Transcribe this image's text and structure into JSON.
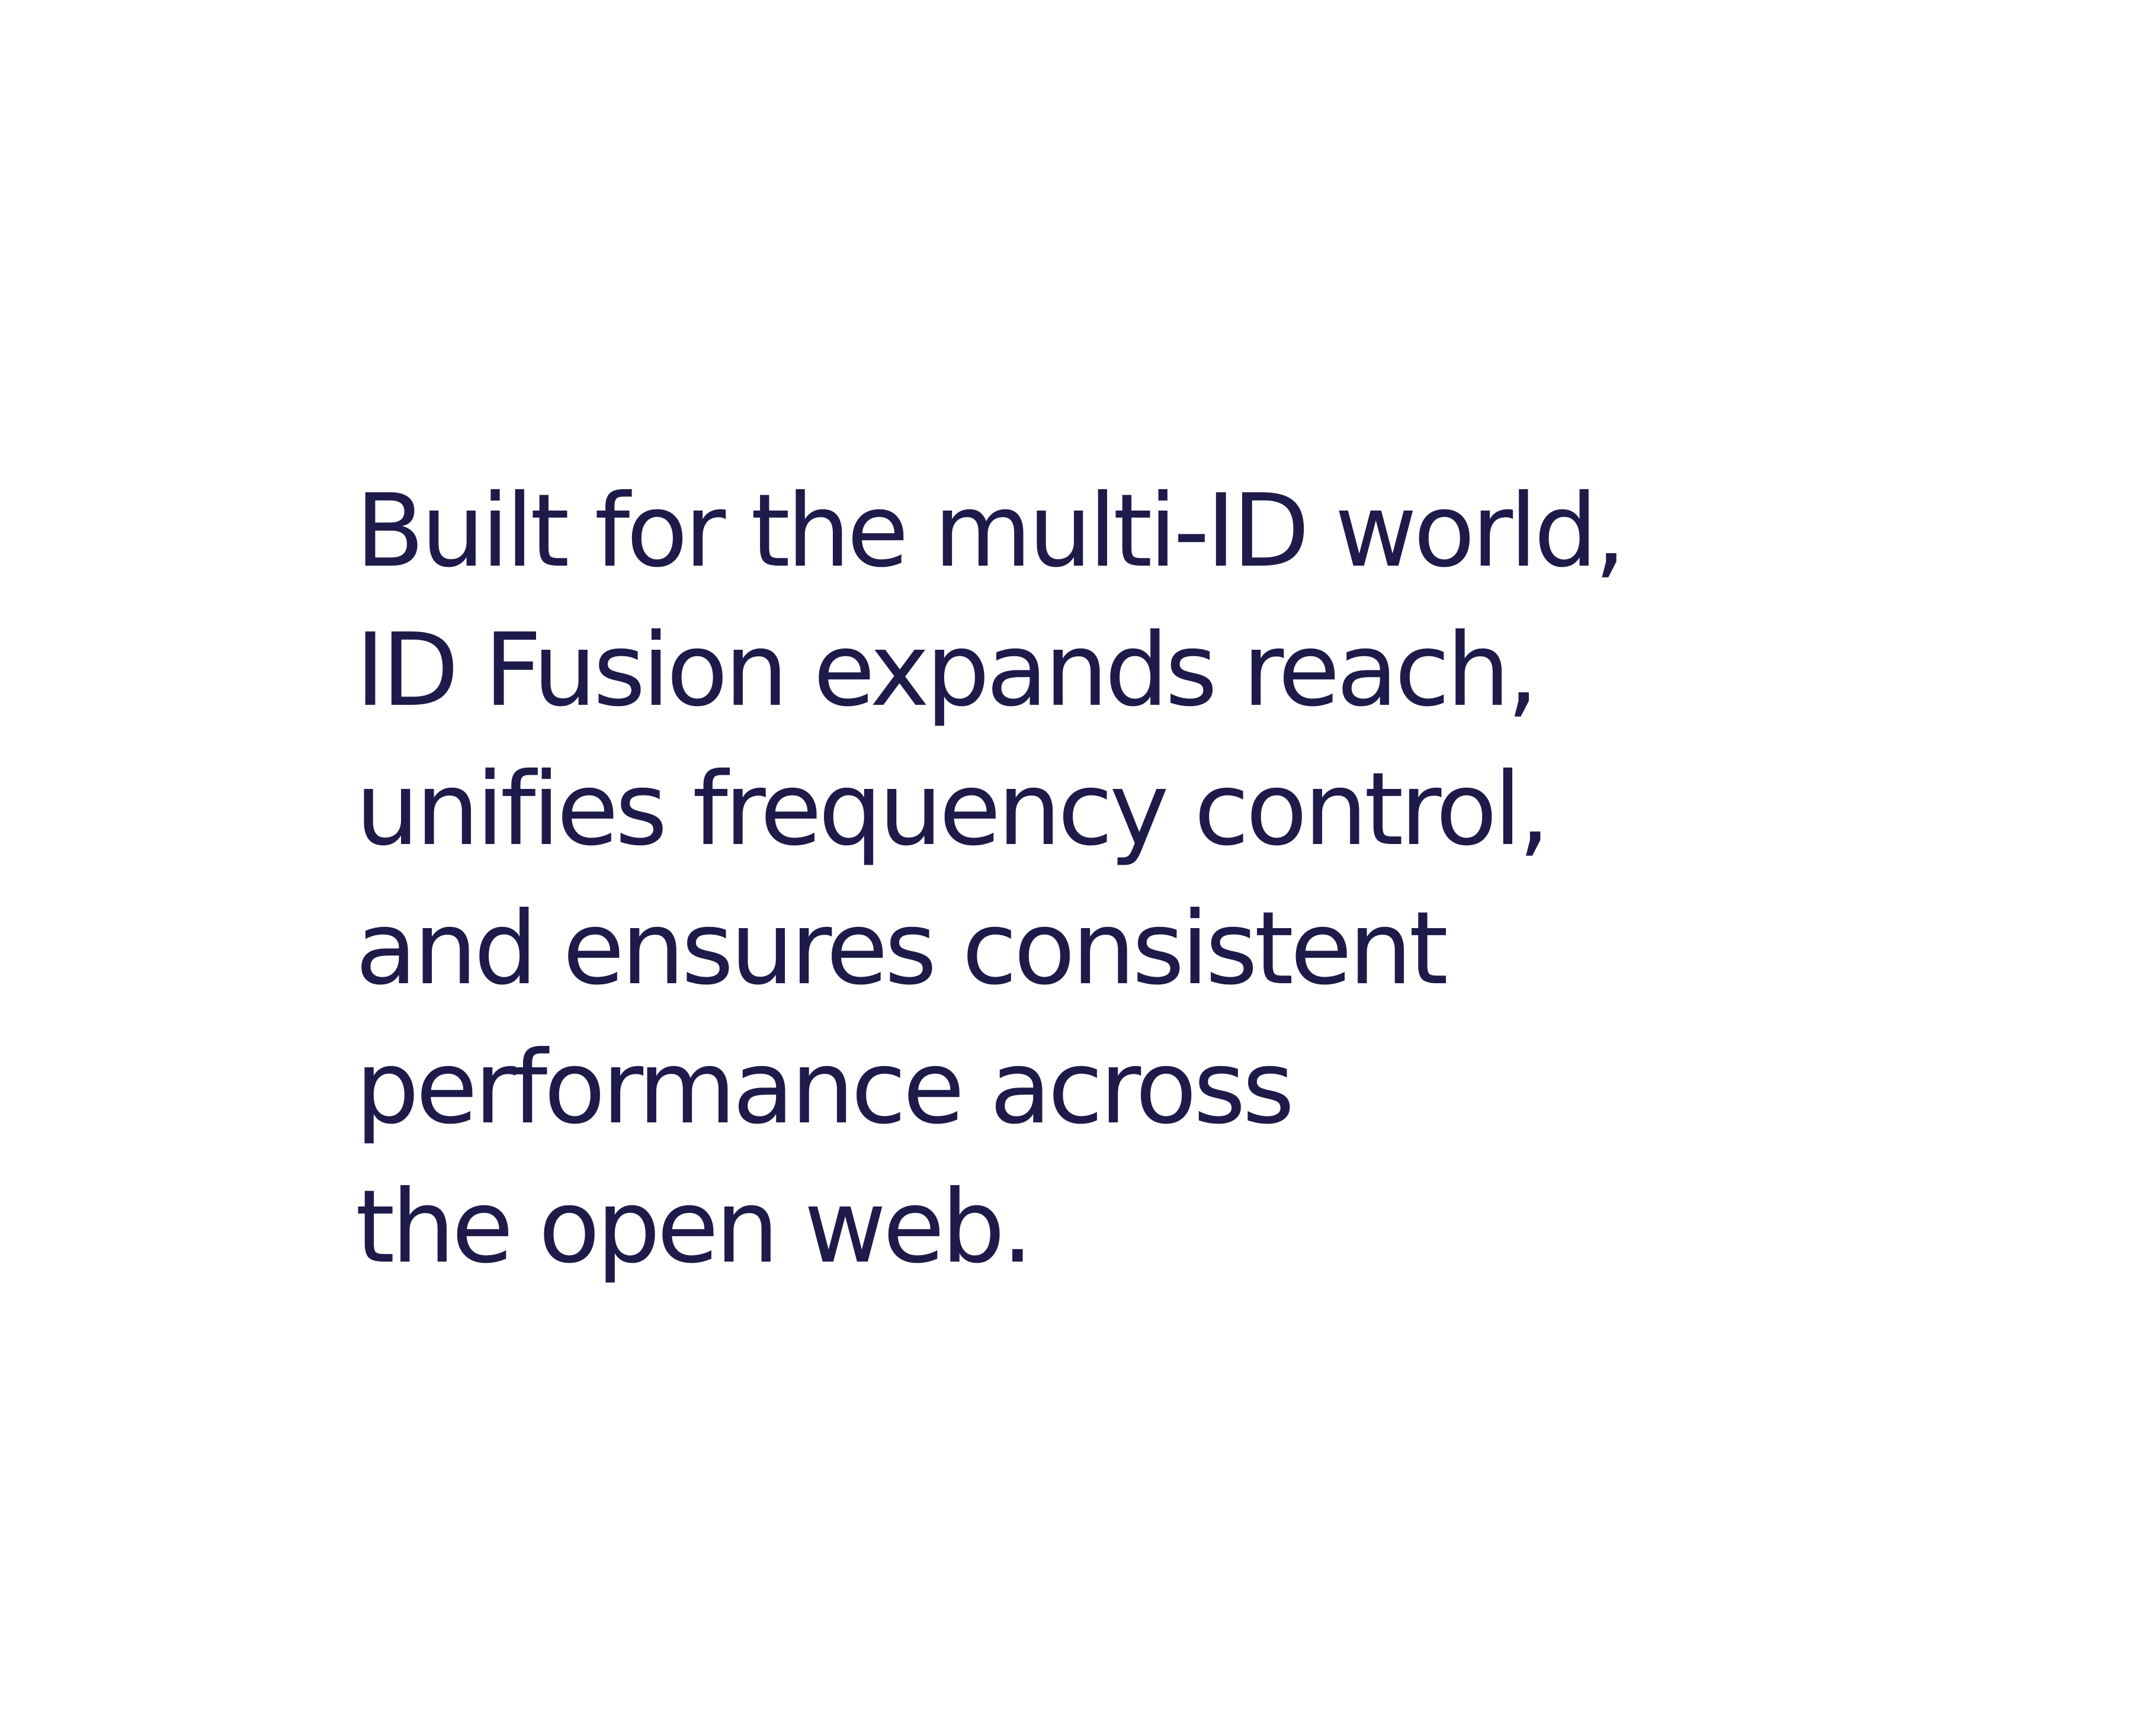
{
  "text_color": "#1e1a4a",
  "background_color": "#ffffff",
  "statement": {
    "lines": [
      "Built for the multi-ID world,",
      "ID Fusion expands reach,",
      "unifies frequency control,",
      "and ensures consistent",
      "performance across",
      "the open web."
    ]
  }
}
